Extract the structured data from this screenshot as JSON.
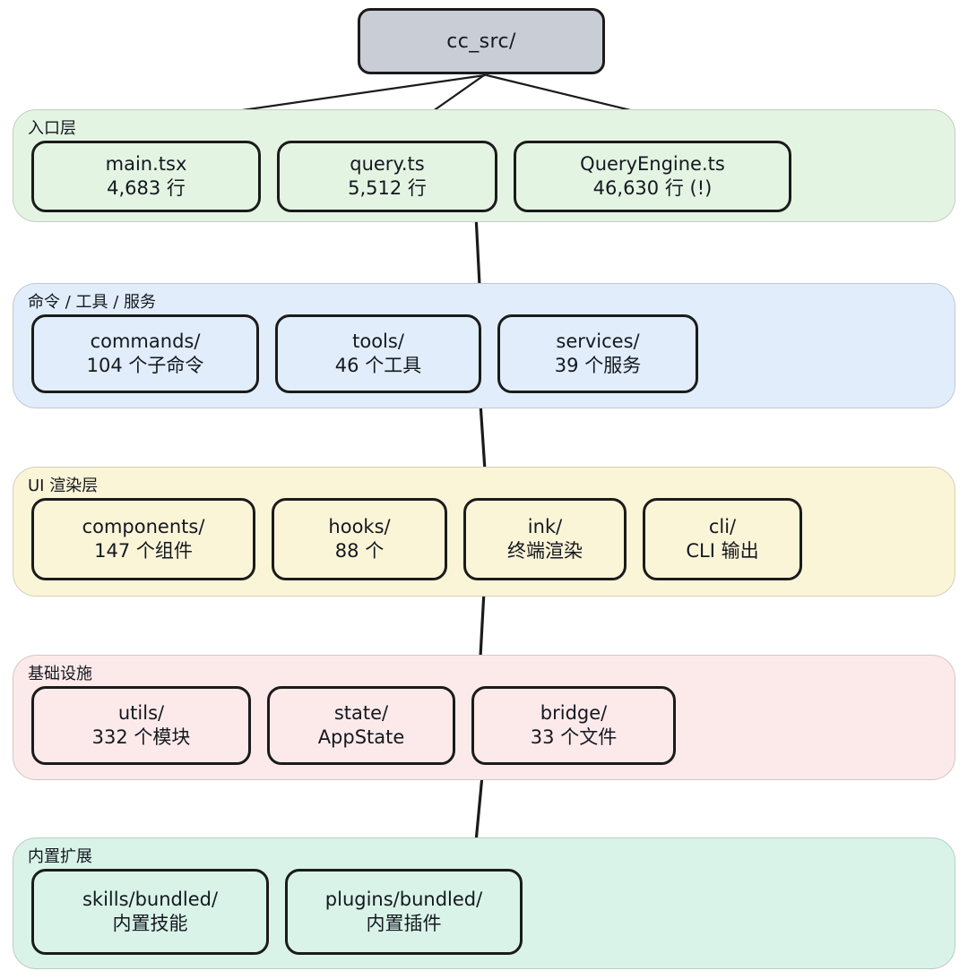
{
  "diagram": {
    "type": "layered-architecture-tree",
    "root": {
      "label": "cc_src/",
      "fill": "#c9ced6",
      "stroke": "#1b1b1b"
    },
    "layers": [
      {
        "id": "entry",
        "title": "入口层",
        "fill": "#e4f4e3",
        "nodes": [
          {
            "line1": "main.tsx",
            "line2": "4,683 行"
          },
          {
            "line1": "query.ts",
            "line2": "5,512 行"
          },
          {
            "line1": "QueryEngine.ts",
            "line2": "46,630 行 (!)"
          }
        ]
      },
      {
        "id": "commands",
        "title": "命令 / 工具 / 服务",
        "fill": "#e1edfa",
        "nodes": [
          {
            "line1": "commands/",
            "line2": "104 个子命令"
          },
          {
            "line1": "tools/",
            "line2": "46 个工具"
          },
          {
            "line1": "services/",
            "line2": "39 个服务"
          }
        ]
      },
      {
        "id": "ui",
        "title": "UI 渲染层",
        "fill": "#fbf5d8",
        "nodes": [
          {
            "line1": "components/",
            "line2": "147 个组件"
          },
          {
            "line1": "hooks/",
            "line2": "88 个"
          },
          {
            "line1": "ink/",
            "line2": "终端渲染"
          },
          {
            "line1": "cli/",
            "line2": "CLI 输出"
          }
        ]
      },
      {
        "id": "infra",
        "title": "基础设施",
        "fill": "#fceaeb",
        "nodes": [
          {
            "line1": "utils/",
            "line2": "332 个模块"
          },
          {
            "line1": "state/",
            "line2": "AppState"
          },
          {
            "line1": "bridge/",
            "line2": "33 个文件"
          }
        ]
      },
      {
        "id": "ext",
        "title": "内置扩展",
        "fill": "#d9f3e8",
        "nodes": [
          {
            "line1": "skills/bundled/",
            "line2": "内置技能"
          },
          {
            "line1": "plugins/bundled/",
            "line2": "内置插件"
          }
        ]
      }
    ],
    "edges": {
      "stroke": "#1b1b1b",
      "from_root_arrows": 3,
      "between_layer_connectors": 4
    }
  }
}
